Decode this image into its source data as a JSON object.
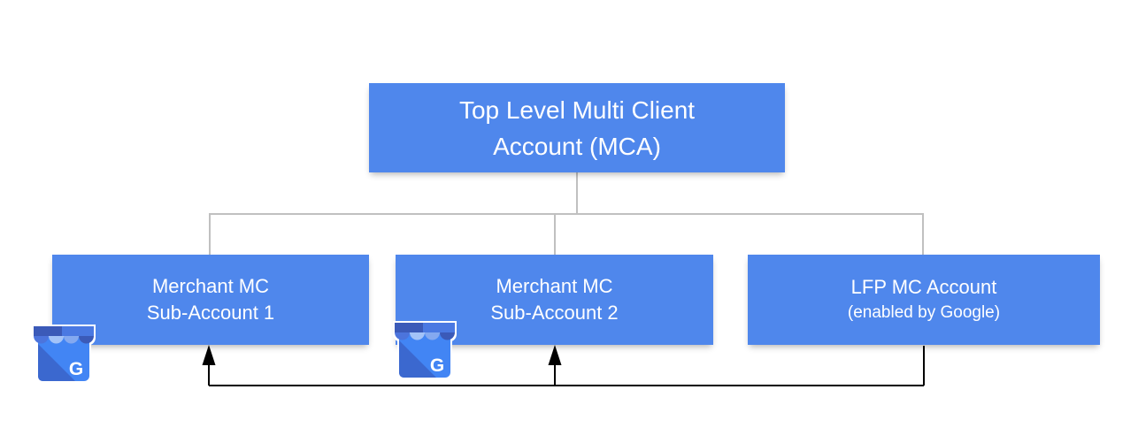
{
  "nodes": {
    "root": {
      "label_line1": "Top Level Multi Client",
      "label_line2": "Account (MCA)"
    },
    "merchant_sub_account_1": {
      "label_line1": "Merchant MC",
      "label_line2": "Sub-Account 1"
    },
    "merchant_sub_account_2": {
      "label_line1": "Merchant MC",
      "label_line2": "Sub-Account 2"
    },
    "lfp_account": {
      "label_line1": "LFP MC Account",
      "label_line2": "(enabled by Google)"
    }
  },
  "icons": {
    "google_my_business": {
      "name": "google-my-business-storefront",
      "letter": "G"
    }
  },
  "colors": {
    "node_fill": "#4f87ec",
    "node_text": "#ffffff",
    "tree_connector_gray": "#c0c0c0",
    "feed_arrow_black": "#000000",
    "icon_body_blue": "#4285f4",
    "icon_fold_blue": "#3b68cf",
    "icon_awning_dark": "#3b5ab8",
    "icon_awning_light": "#a3c3f8",
    "background": "#ffffff"
  }
}
